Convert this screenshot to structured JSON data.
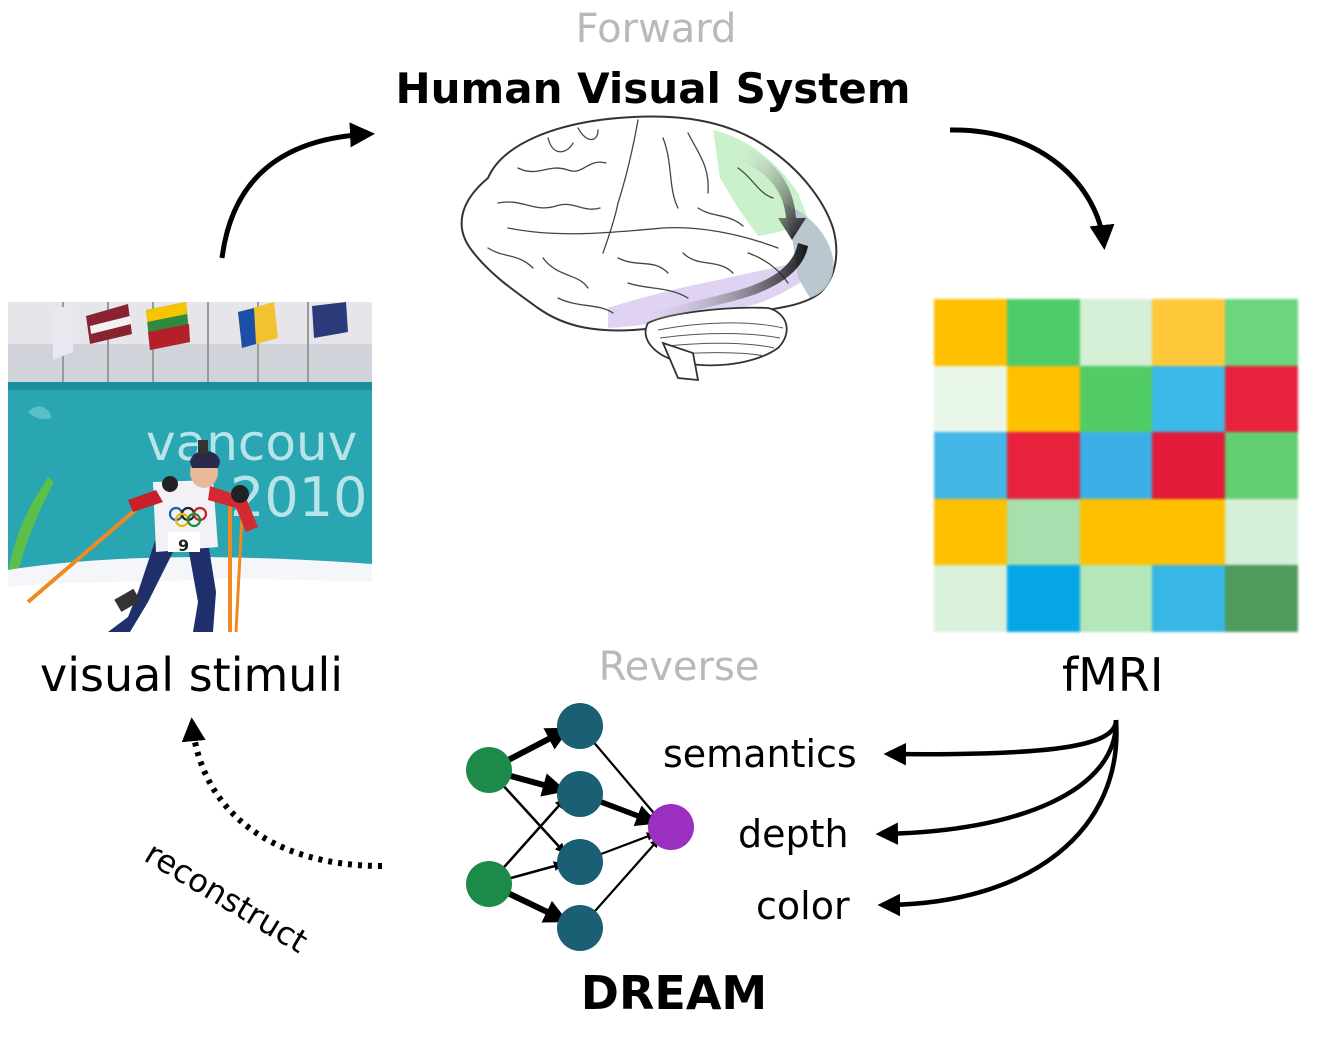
{
  "labels": {
    "forward": "Forward",
    "hvs": "Human Visual System",
    "visual_stimuli": "visual stimuli",
    "fmri": "fMRI",
    "reverse": "Reverse",
    "semantics": "semantics",
    "depth": "depth",
    "color": "color",
    "dream": "DREAM",
    "reconstruct": "reconstruct"
  },
  "photo": {
    "banner_line1": "vancouv",
    "banner_line2": "2010",
    "bib_number": "9"
  },
  "fmri_colors": [
    "#ffc000",
    "#4fcc6a",
    "#d4efd6",
    "#ffc83a",
    "#6bd67e",
    "#e9f6ea",
    "#ffc000",
    "#52cc66",
    "#3db9e7",
    "#e8213c",
    "#44b6e6",
    "#e8213c",
    "#3cb0e6",
    "#e31a38",
    "#62d072",
    "#ffc000",
    "#a7dfae",
    "#ffc000",
    "#ffc000",
    "#d6efd8",
    "#d9f1db",
    "#06a6e6",
    "#b3e6b9",
    "#38b6e4",
    "#4f9a5c"
  ],
  "colors": {
    "node_input": "#1e8a4a",
    "node_hidden": "#1a5f73",
    "node_output": "#9b2fc0",
    "brain_green": "#c4f0c4",
    "brain_purple": "#ddd0f2",
    "brain_blue": "#b6c4cc"
  }
}
